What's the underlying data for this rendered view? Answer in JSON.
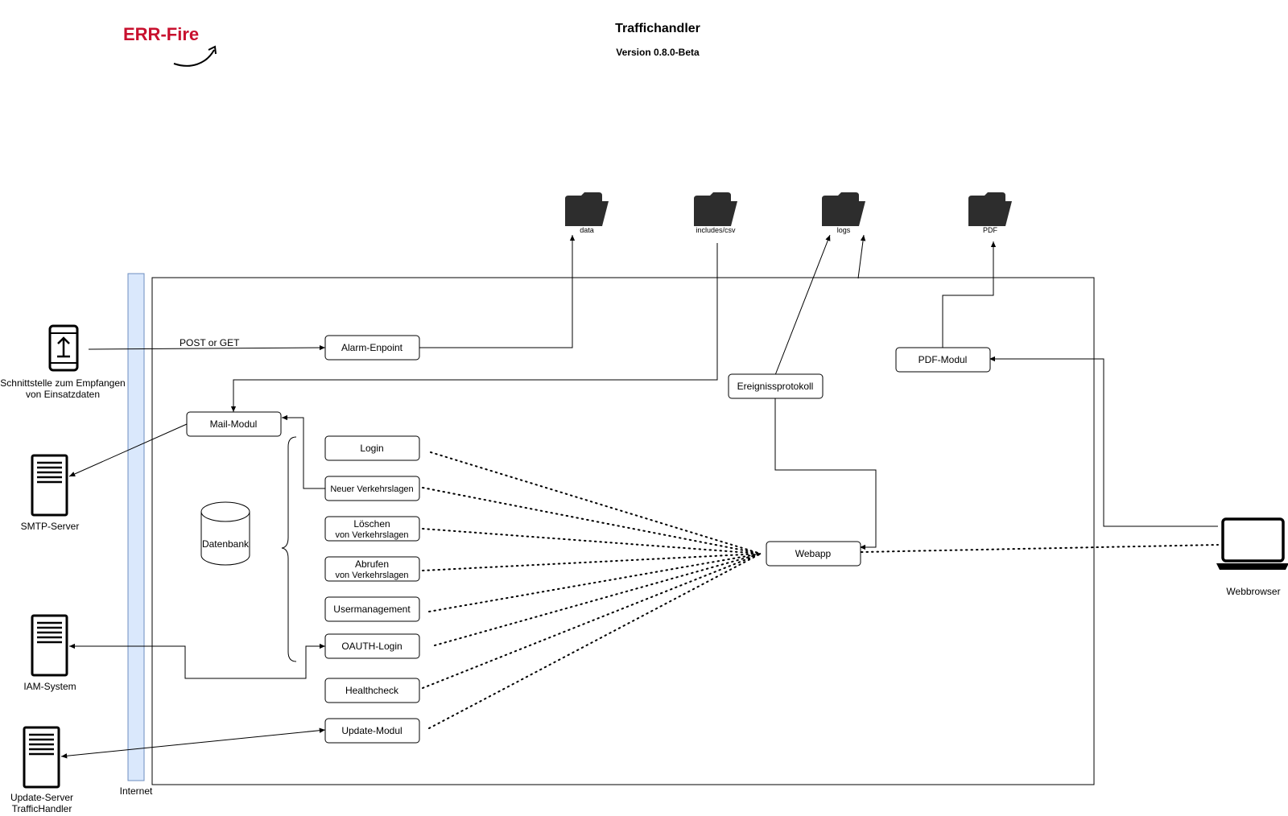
{
  "header": {
    "logo_text": "ERR-Fire",
    "title": "Traffichandler",
    "version": "Version 0.8.0-Beta"
  },
  "colors": {
    "logo": "#c8102e",
    "internet_bar_fill": "#dae8fc",
    "internet_bar_stroke": "#6c8ebf",
    "folder": "#4a4a4a"
  },
  "folders": [
    {
      "label": "data",
      "icon": "folder-icon"
    },
    {
      "label": "includes/csv",
      "icon": "folder-icon"
    },
    {
      "label": "logs",
      "icon": "folder-icon"
    },
    {
      "label": "PDF",
      "icon": "folder-icon"
    }
  ],
  "external": {
    "interface_label": "Schnittstelle zum Empfangen",
    "interface_label_2": "von Einsatzdaten",
    "smtp_label": "SMTP-Server",
    "iam_label": "IAM-System",
    "update_server_label": "Update-Server",
    "update_server_label_2": "TrafficHandler",
    "webbrowser_label": "Webbrowser",
    "internet_label": "Internet"
  },
  "edges": {
    "post_get_label": "POST or GET"
  },
  "modules": {
    "alarm": "Alarm-Enpoint",
    "mail": "Mail-Modul",
    "login": "Login",
    "neuer": "Neuer Verkehrslagen",
    "loeschen_1": "Löschen",
    "loeschen_2": "von Verkehrslagen",
    "abrufen_1": "Abrufen",
    "abrufen_2": "von Verkehrslagen",
    "usermanagement": "Usermanagement",
    "oauth": "OAUTH-Login",
    "healthcheck": "Healthcheck",
    "update": "Update-Modul",
    "ereignis": "Ereignissprotokoll",
    "pdf": "PDF-Modul",
    "webapp": "Webapp",
    "datenbank": "Datenbank"
  }
}
